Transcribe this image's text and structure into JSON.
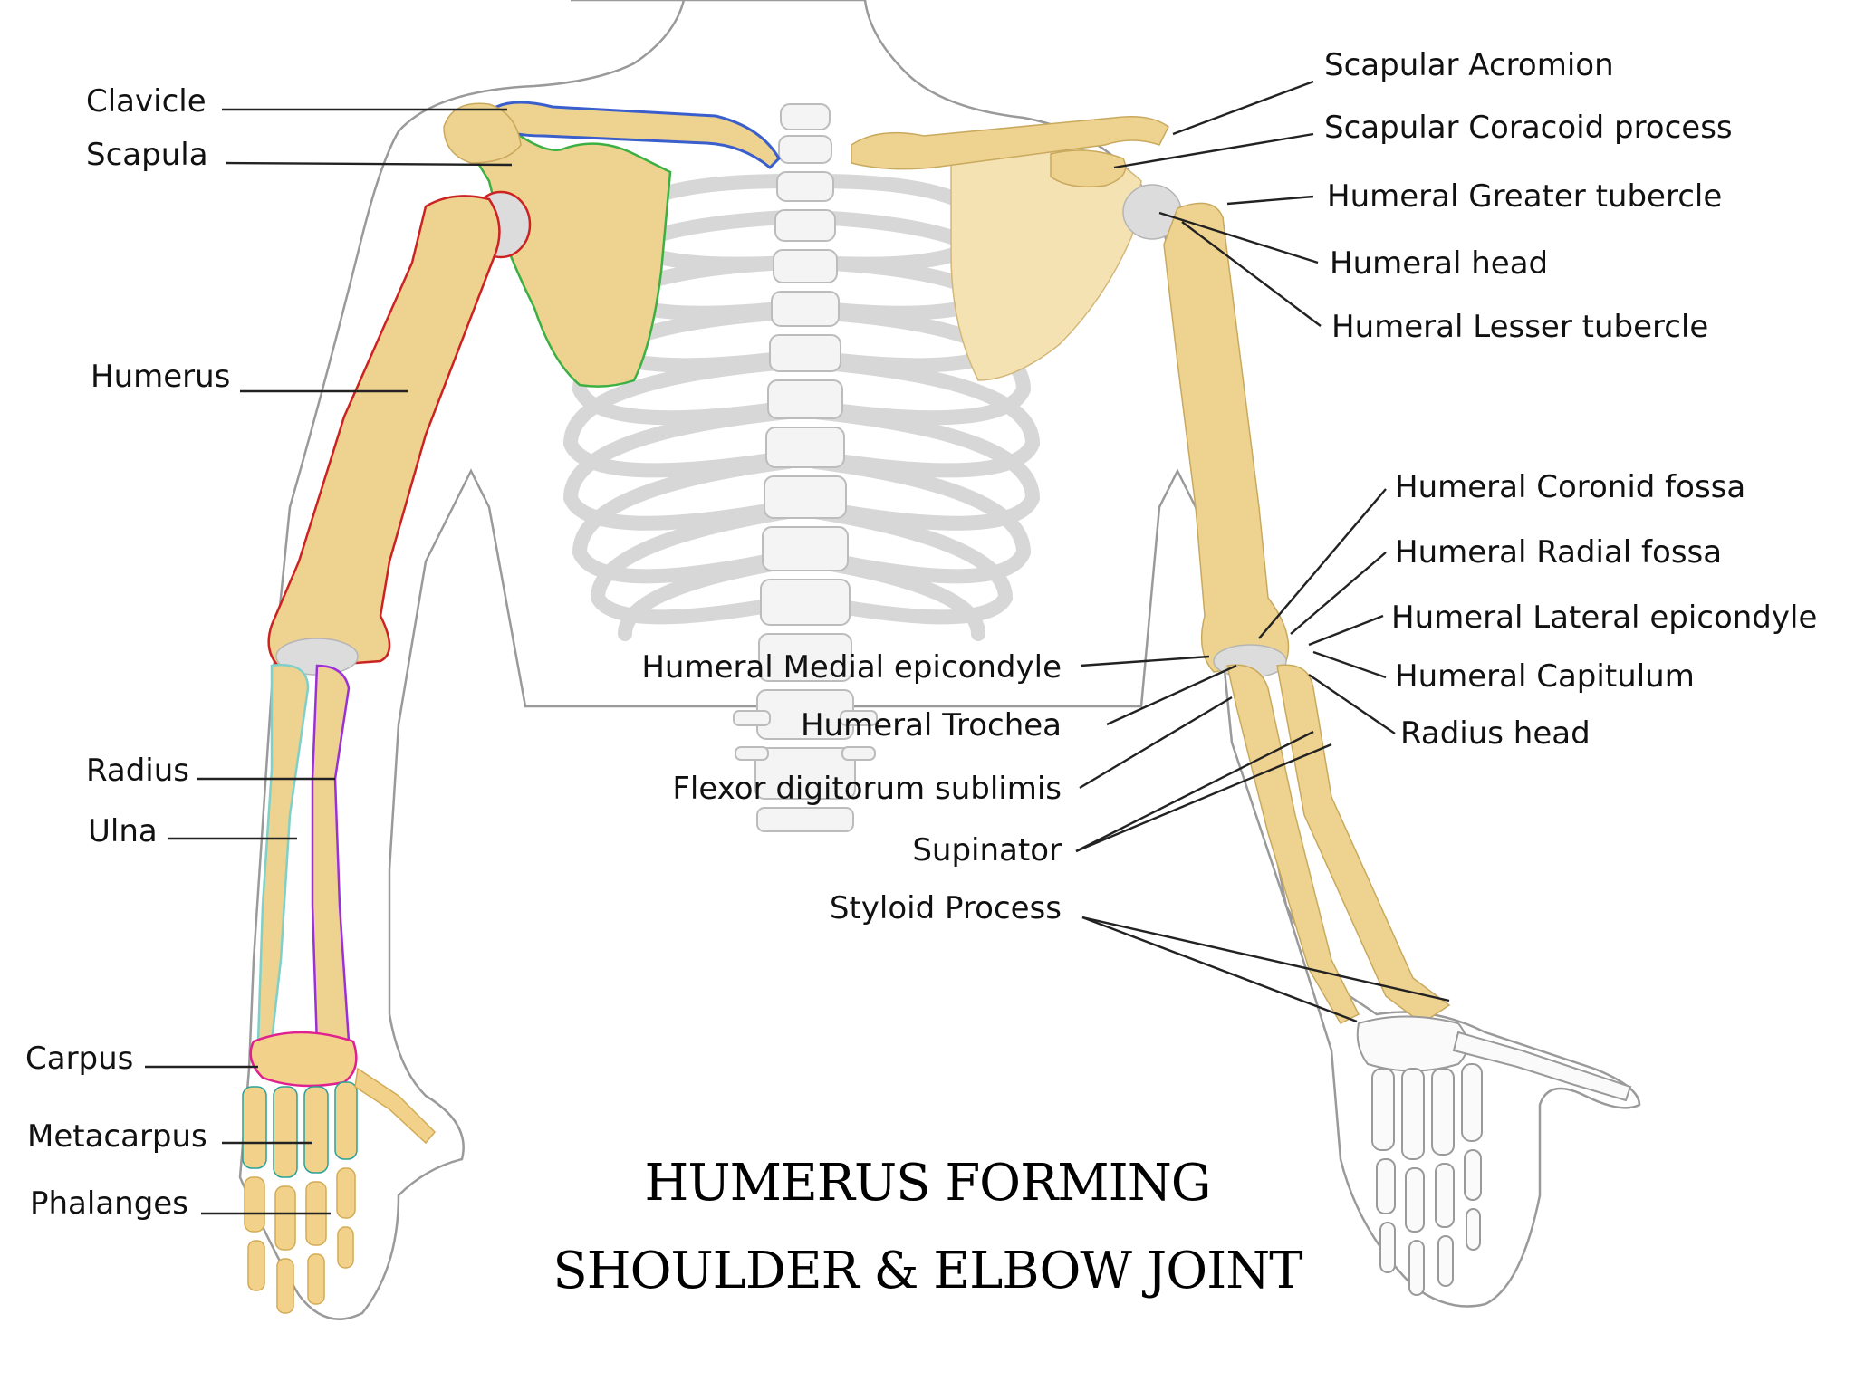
{
  "diagram": {
    "title_line1": "HUMERUS FORMING",
    "title_line2": "SHOULDER & ELBOW JOINT",
    "left_labels": {
      "clavicle": "Clavicle",
      "scapula": "Scapula",
      "humerus": "Humerus",
      "radius": "Radius",
      "ulna": "Ulna",
      "carpus": "Carpus",
      "metacarpus": "Metacarpus",
      "phalanges": "Phalanges"
    },
    "right_labels": {
      "scapular_acromion": "Scapular Acromion",
      "scapular_coracoid": "Scapular Coracoid process",
      "greater_tubercle": "Humeral Greater tubercle",
      "humeral_head": "Humeral head",
      "lesser_tubercle": "Humeral Lesser tubercle",
      "coronid_fossa": "Humeral Coronid fossa",
      "radial_fossa": "Humeral Radial fossa",
      "lateral_epicondyle": "Humeral Lateral epicondyle",
      "capitulum": "Humeral Capitulum",
      "radius_head": "Radius head"
    },
    "center_labels": {
      "medial_epicondyle": "Humeral Medial epicondyle",
      "trochea": "Humeral Trochea",
      "flexor": "Flexor digitorum sublimis",
      "supinator": "Supinator",
      "styloid": "Styloid Process"
    },
    "colors": {
      "bone": "#eed28f",
      "clavicle_outline": "#3a5fcd",
      "scapula_outline": "#3cb043",
      "humerus_outline": "#cc2222",
      "radius_outline": "#9b30d9",
      "ulna_outline": "#7fd0c9",
      "carpus_outline": "#e0208f",
      "metacarpus_outline": "#2aa198",
      "phalanges_outline": "#e0a040"
    }
  }
}
